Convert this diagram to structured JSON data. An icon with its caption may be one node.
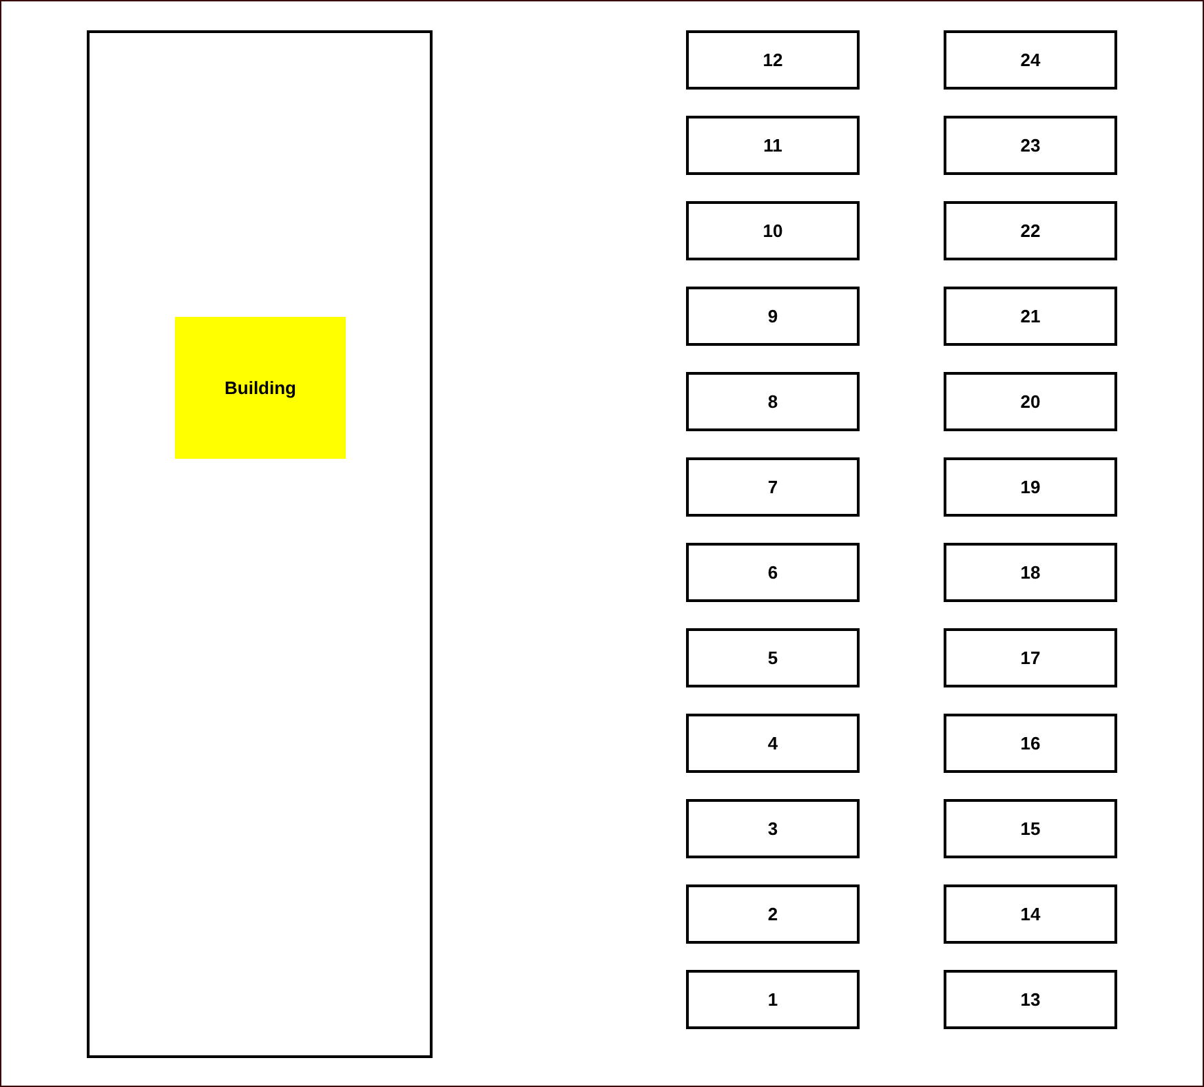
{
  "diagram": {
    "nodes": [
      {
        "text": [],
        "shape": "box"
      },
      {
        "text": [
          "Building"
        ],
        "in": 0
      },
      {
        "text": [
          "12"
        ]
      },
      {
        "text": [
          "24"
        ]
      },
      {
        "text": [
          "11"
        ]
      },
      {
        "text": [
          "23"
        ]
      },
      {
        "text": [
          "10"
        ]
      },
      {
        "text": [
          "22"
        ]
      },
      {
        "text": [
          "9"
        ]
      },
      {
        "text": [
          "21"
        ]
      },
      {
        "text": [
          "8"
        ]
      },
      {
        "text": [
          "20"
        ]
      },
      {
        "text": [
          "7"
        ]
      },
      {
        "text": [
          "19"
        ]
      },
      {
        "text": [
          "6"
        ]
      },
      {
        "text": [
          "18"
        ]
      },
      {
        "text": [
          "5"
        ]
      },
      {
        "text": [
          "17"
        ]
      },
      {
        "text": [
          "4"
        ]
      },
      {
        "text": [
          "16"
        ]
      },
      {
        "text": [
          "3"
        ]
      },
      {
        "text": [
          "15"
        ]
      },
      {
        "text": [
          "2"
        ]
      },
      {
        "text": [
          "14"
        ]
      },
      {
        "text": [
          "1"
        ]
      },
      {
        "text": [
          "13"
        ]
      }
    ]
  }
}
